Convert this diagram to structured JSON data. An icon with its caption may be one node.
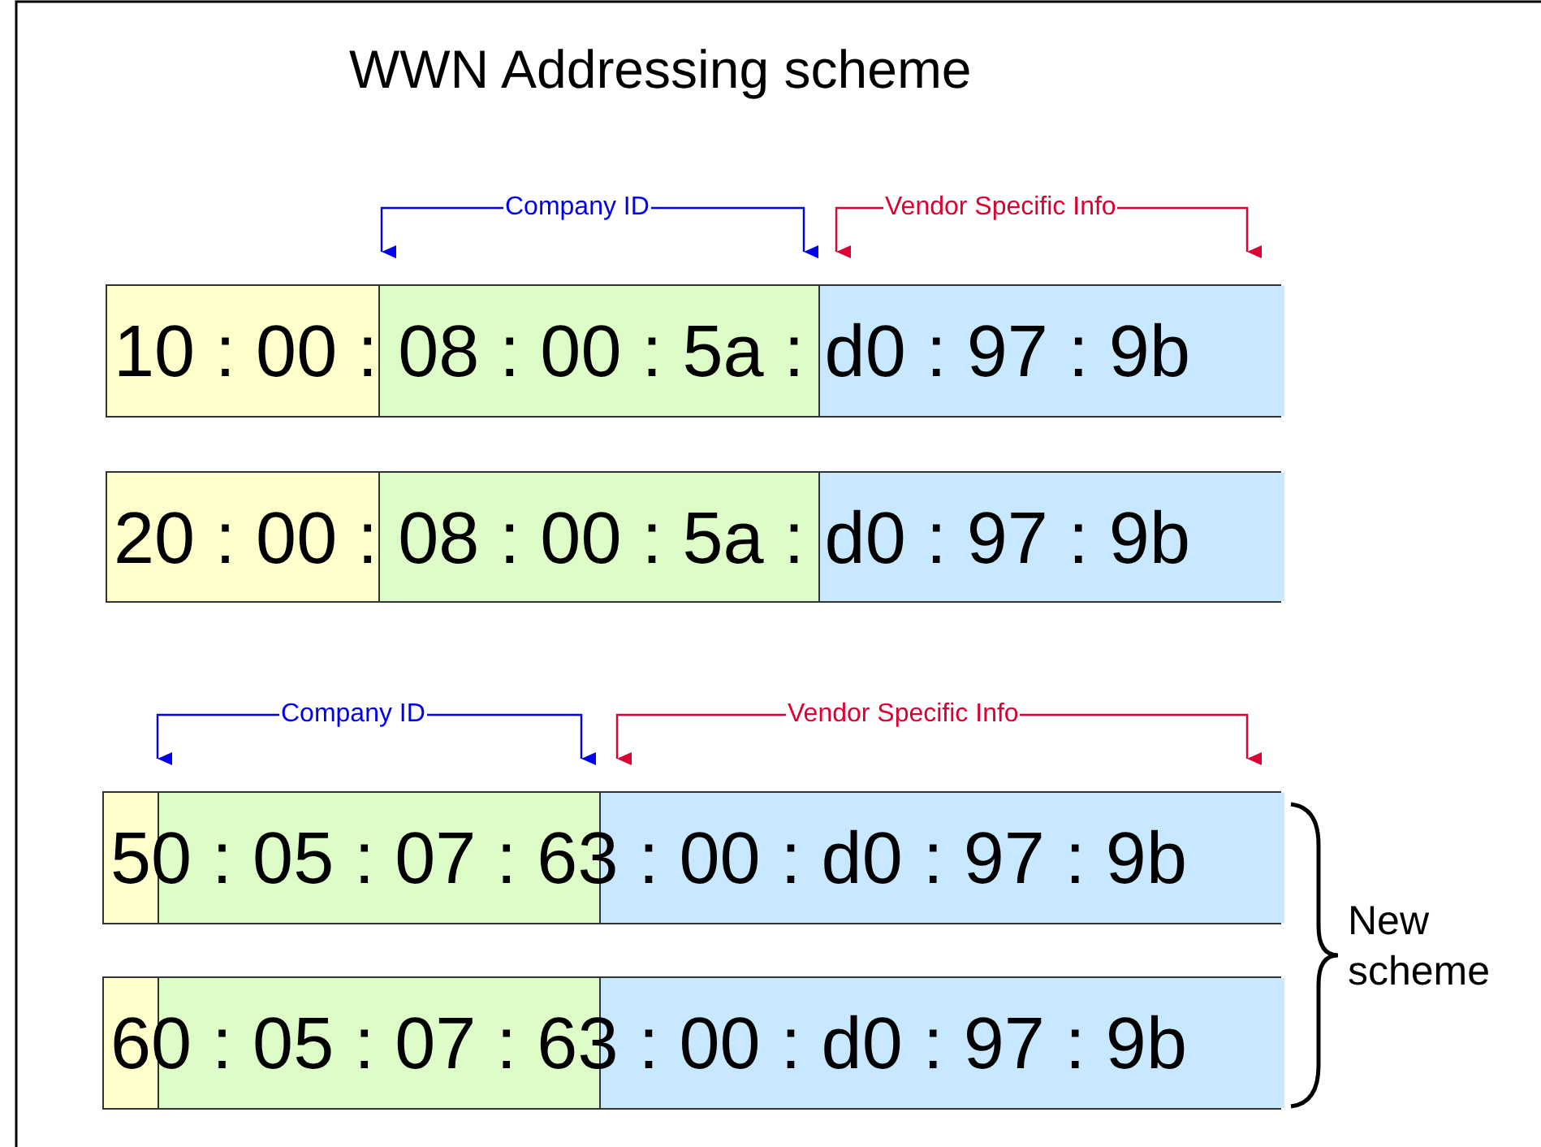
{
  "diagram": {
    "title": "WWN Addressing scheme",
    "nodes": [
      {
        "text": [
          "10 : 00 : 08 : 00 : 5a : d0 : 97 : 9b"
        ]
      },
      {
        "text": [
          "20 : 00 : 08 : 00 : 5a : d0 : 97 : 9b"
        ]
      },
      {
        "text": [
          "50 : 05 : 07 : 63 : 00 : d0 : 97 : 9b"
        ]
      },
      {
        "text": [
          "60 : 05 : 07 : 63 : 00 : d0 : 97 : 9b"
        ]
      }
    ],
    "labels": [
      "Company ID",
      "Vendor Specific Info",
      "Company ID",
      "Vendor Specific Info",
      "New scheme"
    ]
  }
}
